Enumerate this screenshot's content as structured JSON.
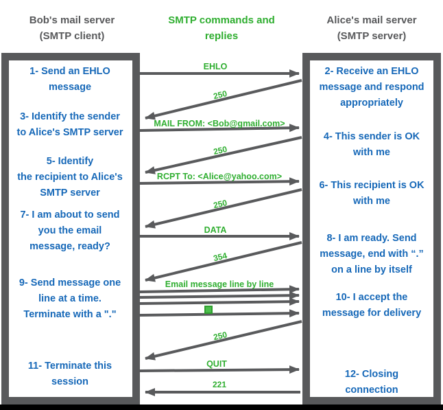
{
  "headers": {
    "left": "Bob's mail server\n(SMTP client)",
    "center": "SMTP commands and\nreplies",
    "right": "Alice's mail server\n(SMTP server)"
  },
  "client_box": {
    "role": "SMTP client",
    "steps": [
      {
        "text": "1- Send an EHLO\nmessage"
      },
      {
        "text": "3- Identify the sender\nto Alice's SMTP server"
      },
      {
        "text": "5- Identify\nthe recipient to Alice's\nSMTP server"
      },
      {
        "text": "7- I am about to send\nyou the email\nmessage, ready?"
      },
      {
        "text": "9- Send message one\nline at a time.\nTerminate with a \".\""
      },
      {
        "text": "11- Terminate this\nsession"
      }
    ]
  },
  "server_box": {
    "role": "SMTP server",
    "steps": [
      {
        "text": "2- Receive an EHLO\nmessage and respond\nappropriately"
      },
      {
        "text": "4- This sender is OK\nwith me"
      },
      {
        "text": "6- This recipient is OK\nwith me"
      },
      {
        "text": "8- I am ready. Send\nmessage, end with “.”\non a line by itself"
      },
      {
        "text": "10- I accept the\nmessage for delivery"
      },
      {
        "text": "12- Closing\nconnection"
      }
    ]
  },
  "messages": {
    "ehlo": "EHLO",
    "reply_250a": "250",
    "mail_from": "MAIL FROM: <Bob@gmail.com>",
    "reply_250b": "250",
    "rcpt_to": "RCPT To: <Alice@yahoo.com>",
    "reply_250c": "250",
    "data": "DATA",
    "reply_354": "354",
    "email_lines": "Email message line by line",
    "dot_icon": "green-square-dot (terminating \".\")",
    "reply_250d": "250",
    "quit": "QUIT",
    "reply_221": "221"
  },
  "colors": {
    "blue_text": "#1668b8",
    "green_text": "#2fae30",
    "gray_border": "#58595b",
    "arrow_gray": "#595a5c",
    "bottom_bar": "#000000"
  }
}
